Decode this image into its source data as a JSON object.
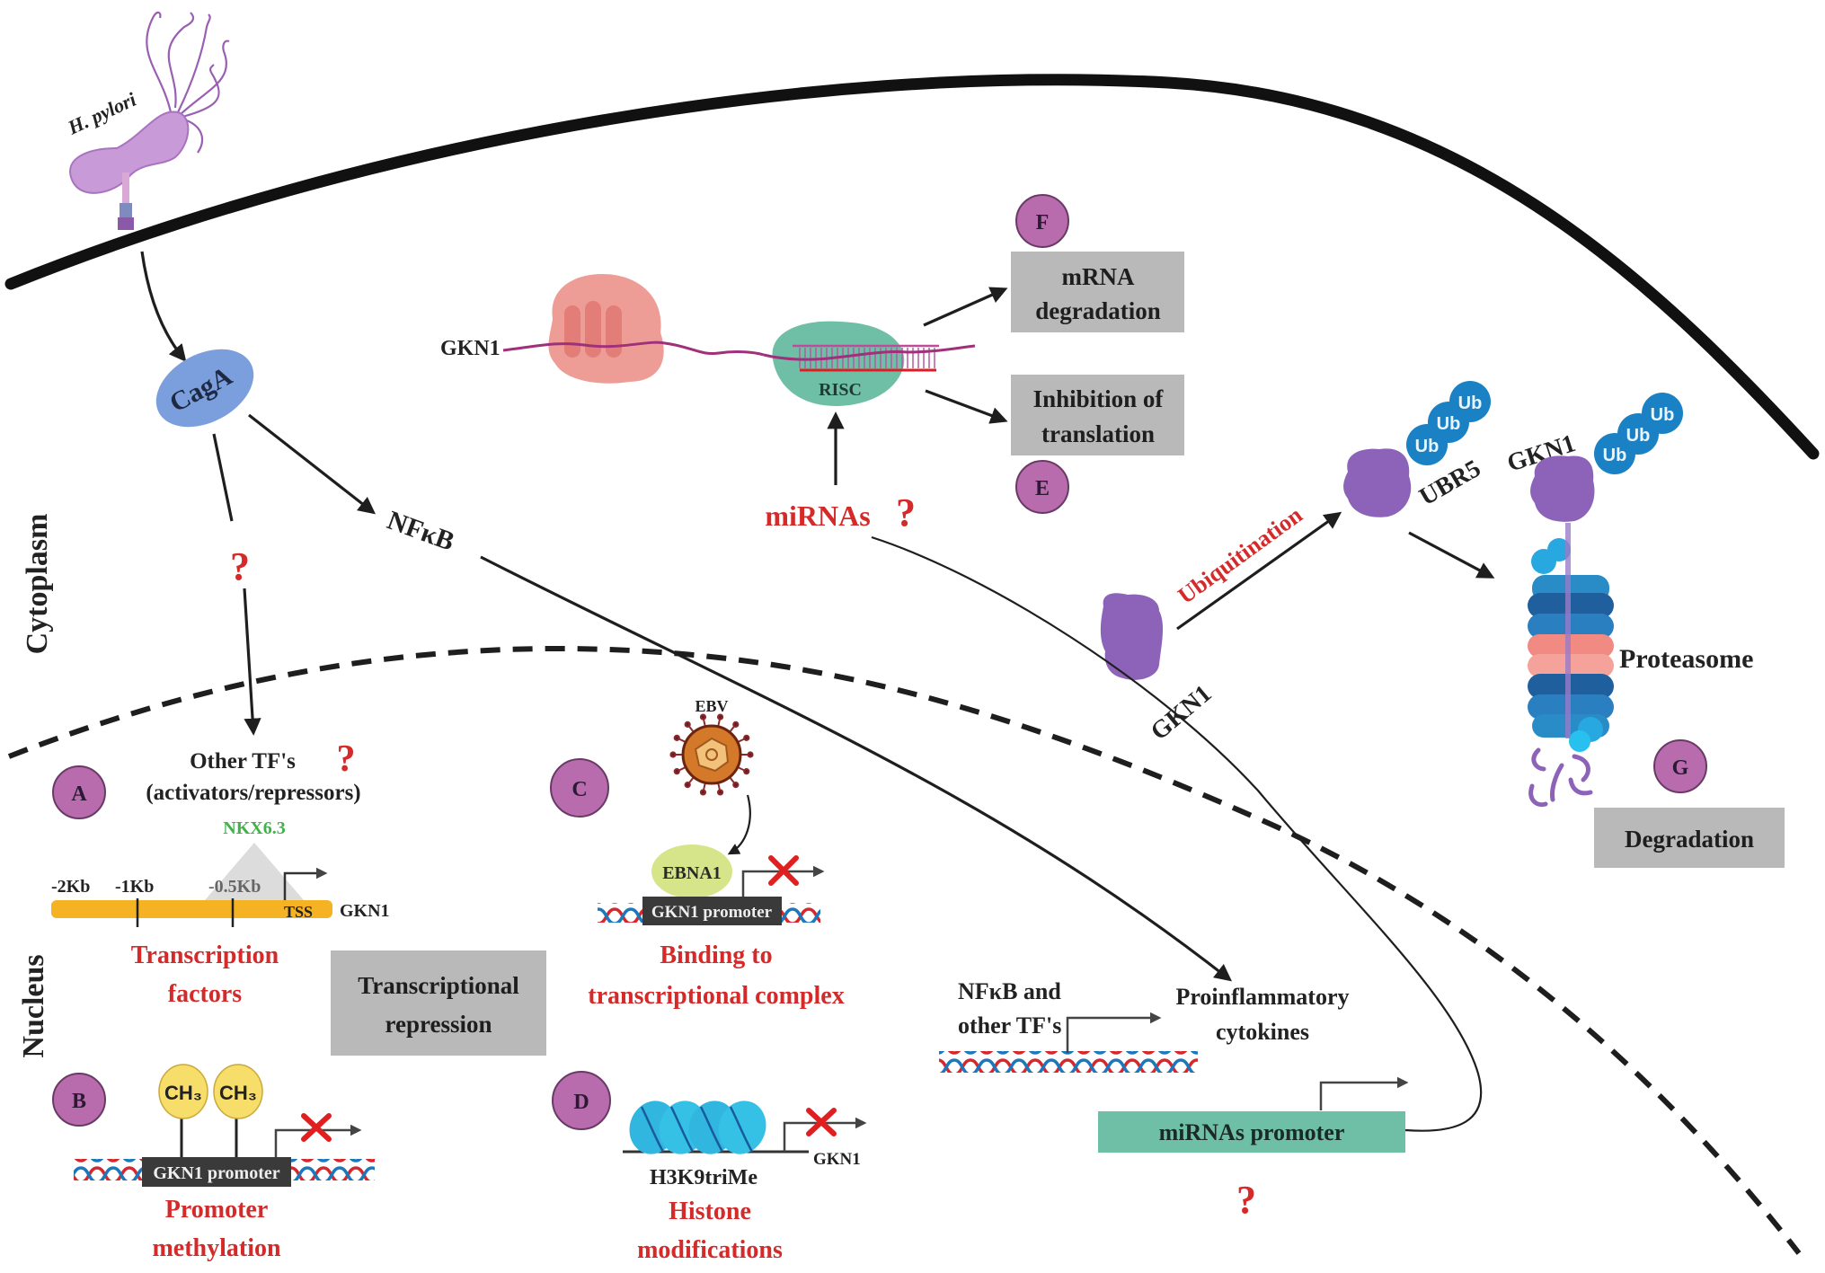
{
  "regions": {
    "cytoplasm": "Cytoplasm",
    "nucleus": "Nucleus"
  },
  "pathogen": {
    "name": "H. pylori",
    "effector": "CagA",
    "effector_target": "NFκB"
  },
  "unknown_marker": "?",
  "translation": {
    "mrna_label": "GKN1",
    "complex_label": "RISC",
    "mirnas_label": "miRNAs",
    "outcome_f": {
      "badge": "F",
      "line1": "mRNA",
      "line2": "degradation"
    },
    "outcome_e": {
      "badge": "E",
      "line1": "Inhibition of",
      "line2": "translation"
    }
  },
  "ubiquitin": {
    "substrate_label": "GKN1",
    "process_label": "Ubiquitination",
    "ligase_label": "UBR5",
    "tagged_label": "GKN1",
    "ub_label": "Ub",
    "proteasome_label": "Proteasome",
    "badge": "G",
    "outcome": "Degradation"
  },
  "panel_a": {
    "badge": "A",
    "tf_line1": "Other TF's",
    "tf_line2": "(activators/repressors)",
    "tf_name": "NKX6.3",
    "positions": [
      "-2Kb",
      "-1Kb",
      "-0.5Kb"
    ],
    "tss": "TSS",
    "gene": "GKN1",
    "caption_line1": "Transcription",
    "caption_line2": "factors"
  },
  "repression_box": {
    "line1": "Transcriptional",
    "line2": "repression"
  },
  "panel_b": {
    "badge": "B",
    "methyl": "CH₃",
    "promoter": "GKN1 promoter",
    "caption_line1": "Promoter",
    "caption_line2": "methylation"
  },
  "panel_c": {
    "badge": "C",
    "virus": "EBV",
    "protein": "EBNA1",
    "promoter": "GKN1 promoter",
    "caption_line1": "Binding to",
    "caption_line2": "transcriptional complex"
  },
  "panel_d": {
    "badge": "D",
    "mark": "H3K9triMe",
    "gene": "GKN1",
    "caption_line1": "Histone",
    "caption_line2": "modifications"
  },
  "nfkb_panel": {
    "tf_line1": "NFκB and",
    "tf_line2": "other  TF's",
    "product_line1": "Proinflammatory",
    "product_line2": "cytokines",
    "mirna_promoter": "miRNAs promoter"
  },
  "colors": {
    "badge": "#b86cae",
    "red_text": "#d42a2a",
    "gray_box": "#b9b9b9",
    "teal": "#6fbfa6",
    "cagA": "#7b9fdc",
    "gene_bar": "#f5b324",
    "protein": "#8c63b8",
    "ub": "#1a82c4"
  }
}
